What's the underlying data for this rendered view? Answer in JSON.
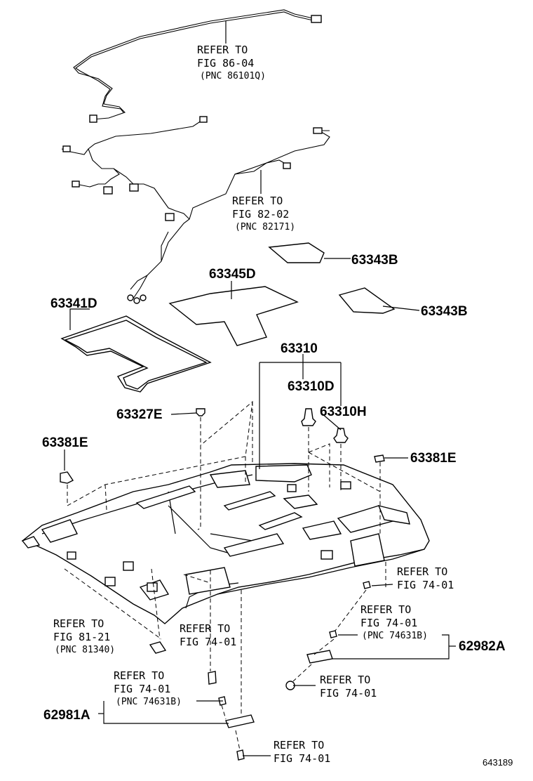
{
  "parts": {
    "p63343b_top": "63343B",
    "p63345d": "63345D",
    "p63341d": "63341D",
    "p63343b_mid": "63343B",
    "p63310": "63310",
    "p63310d": "63310D",
    "p63327e": "63327E",
    "p63310h": "63310H",
    "p63381e_left": "63381E",
    "p63381e_right": "63381E",
    "p62982a": "62982A",
    "p62981a": "62981A"
  },
  "refs": {
    "ref1": {
      "l1": "REFER TO",
      "l2": "FIG 86-04",
      "l3": "(PNC 86101Q)"
    },
    "ref2": {
      "l1": "REFER TO",
      "l2": "FIG 82-02",
      "l3": "(PNC 82171)"
    },
    "ref3": {
      "l1": "REFER TO",
      "l2": "FIG 74-01"
    },
    "ref4": {
      "l1": "REFER TO",
      "l2": "FIG 74-01",
      "l3": "(PNC 74631B)"
    },
    "ref5": {
      "l1": "REFER TO",
      "l2": "FIG 81-21",
      "l3": "(PNC 81340)"
    },
    "ref6": {
      "l1": "REFER TO",
      "l2": "FIG 74-01"
    },
    "ref7": {
      "l1": "REFER TO",
      "l2": "FIG 74-01"
    },
    "ref8": {
      "l1": "REFER TO",
      "l2": "FIG 74-01",
      "l3": "(PNC 74631B)"
    },
    "ref9": {
      "l1": "REFER TO",
      "l2": "FIG 74-01"
    }
  },
  "figure_code": "643189"
}
